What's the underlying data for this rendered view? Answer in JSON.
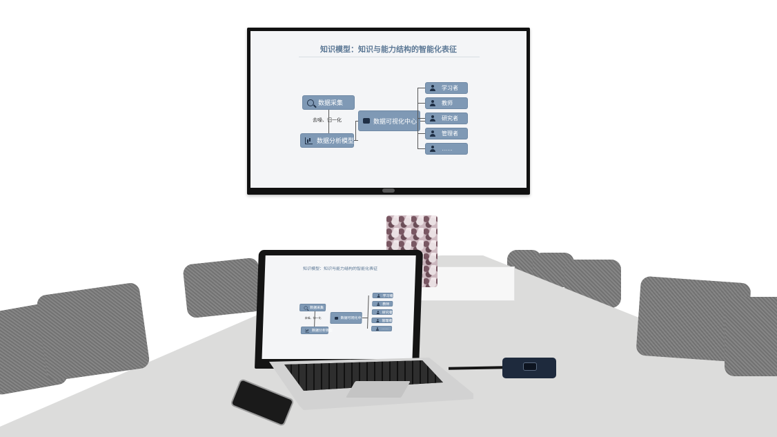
{
  "diagram": {
    "title": "知识模型：知识与能力结构的智能化表征",
    "collect": "数据采集",
    "dedup_note": "去噪、归一化",
    "analyze": "数据分析模型",
    "center": "数据可视化中心",
    "roles": [
      "学习者",
      "教师",
      "研究者",
      "管理者",
      "……"
    ]
  },
  "colors": {
    "box_fill": "#7f99b5",
    "title": "#5d7996",
    "icon": "#1f2f45"
  }
}
